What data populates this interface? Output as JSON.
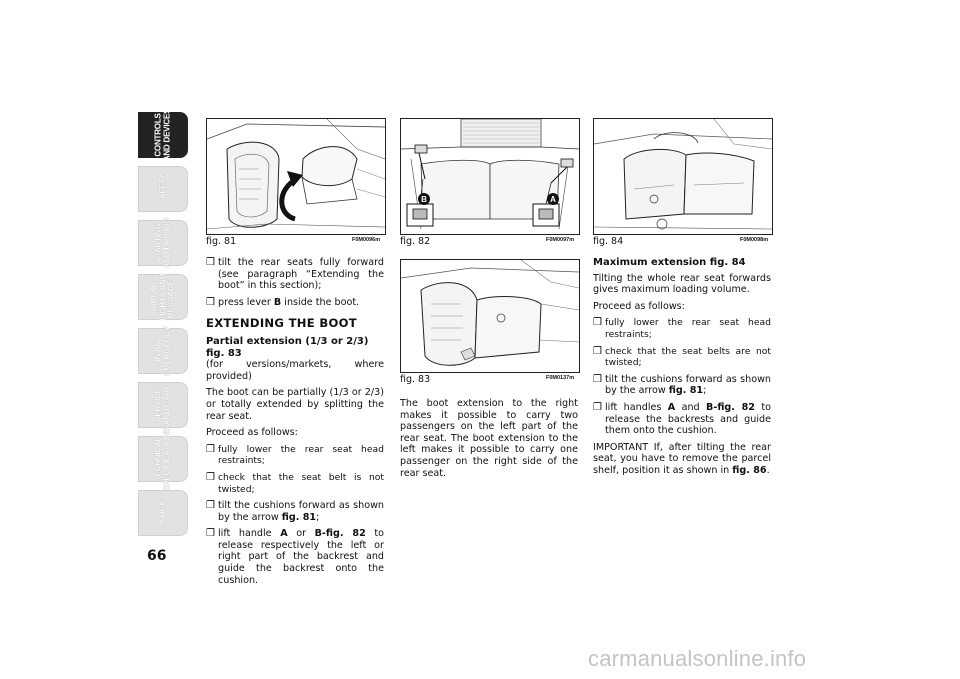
{
  "sidebar": {
    "tabs": [
      {
        "label": "CONTROLS\nAND DEVICES",
        "active": true
      },
      {
        "label": "SAFETY",
        "active": false
      },
      {
        "label": "STARTING\nAND DRIVING",
        "active": false
      },
      {
        "label": "WARNING\nLIGHTS AND\nMESSAGES",
        "active": false
      },
      {
        "label": "IN AN\nEMERGENCY",
        "active": false
      },
      {
        "label": "SERVICE\nAND CARE",
        "active": false
      },
      {
        "label": "TECHNICAL\nSPECIFICATIONS",
        "active": false
      },
      {
        "label": "INDEX",
        "active": false
      }
    ]
  },
  "figures": {
    "fig81": {
      "caption": "fig. 81",
      "code": "F0M0096m"
    },
    "fig82": {
      "caption": "fig. 82",
      "code": "F0M0097m",
      "labels": [
        "B",
        "A"
      ]
    },
    "fig83": {
      "caption": "fig. 83",
      "code": "F0M0137m"
    },
    "fig84": {
      "caption": "fig. 84",
      "code": "F0M0098m"
    }
  },
  "col1": {
    "b1_pre": "tilt the rear seats fully forward (see paragraph “Extending the boot” in this section);",
    "b2_pre": "press lever ",
    "b2_bold": "B",
    "b2_post": " inside the boot.",
    "heading": "EXTENDING THE BOOT",
    "subheading": "Partial extension (1/3 or 2/3) fig. 83",
    "sub_note": "(for versions/markets, where provided)",
    "p1": "The boot can be partially (1/3 or 2/3) or totally extended by splitting the rear seat.",
    "p2": "Proceed as follows:",
    "b3": "fully lower the rear seat head restraints;",
    "b4": "check that the seat belt is not twisted;",
    "b5_pre": "tilt the cushions forward as shown by the arrow ",
    "b5_bold": "fig. 81",
    "b5_post": ";",
    "b6_pre": "lift handle ",
    "b6_bold1": "A",
    "b6_mid": " or ",
    "b6_bold2": "B-fig. 82",
    "b6_post": " to release respectively the left or right part of the backrest and guide the backrest onto the cushion."
  },
  "col2": {
    "p1": "The boot extension to the right makes it possible to carry two passengers on the left part of the rear seat. The boot extension to the left makes it possible to carry one passenger on the right side of the rear seat."
  },
  "col3": {
    "heading": "Maximum extension fig. 84",
    "p1": "Tilting the whole rear seat forwards gives maximum loading volume.",
    "p2": "Proceed as follows:",
    "b1": "fully lower the rear seat head restraints;",
    "b2": "check that the seat belts are not twisted;",
    "b3_pre": "tilt the cushions forward as shown by the arrow ",
    "b3_bold": "fig. 81",
    "b3_post": ";",
    "b4_pre": "lift handles ",
    "b4_bold1": "A",
    "b4_mid": " and ",
    "b4_bold2": "B-fig. 82",
    "b4_post": " to release the backrests and guide them onto the cushion.",
    "p3_pre": "IMPORTANT If, after tilting the rear seat, you have to remove the parcel shelf, position it as shown in ",
    "p3_bold": "fig. 86",
    "p3_post": "."
  },
  "bullet_mark": "❒",
  "page_number": "66",
  "watermark": "carmanualsonline.info"
}
